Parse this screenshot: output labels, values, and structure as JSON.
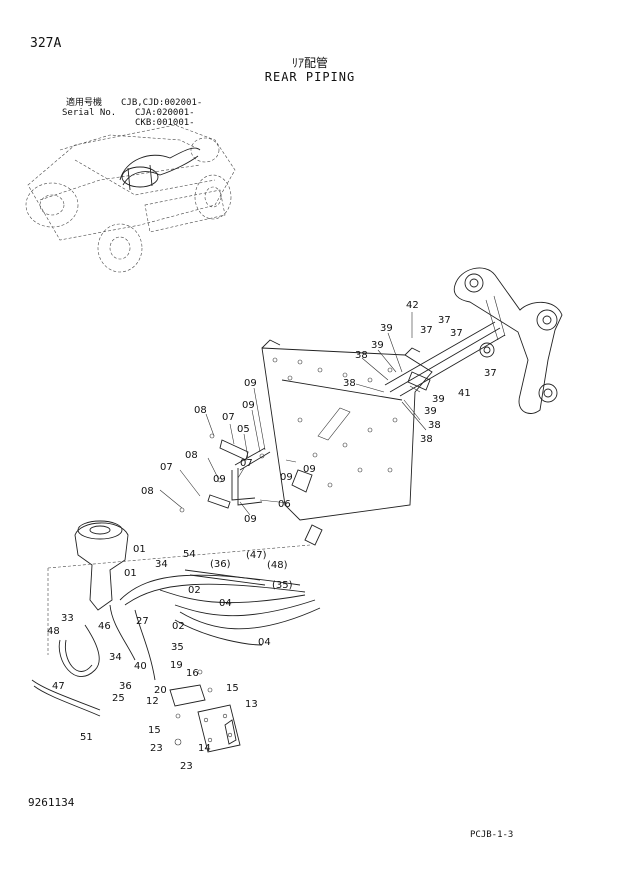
{
  "page_number": "327A",
  "title_jp": "ﾘｱ配管",
  "title_en": "REAR PIPING",
  "serial": {
    "label_jp": "適用号機",
    "label_en": "Serial No.",
    "values": [
      "CJB,CJD:002001-",
      "CJA:020001-",
      "CKB:001001-"
    ]
  },
  "callouts": {
    "c42": "42",
    "c39a": "39",
    "c37a": "37",
    "c37b": "37",
    "c38a": "38",
    "c39b": "39",
    "c37c": "37",
    "c38b": "38",
    "c41": "41",
    "c39c": "39",
    "c39d": "39",
    "c38c": "38",
    "c38d": "38",
    "c09a": "09",
    "c09b": "09",
    "c08a": "08",
    "c07a": "07",
    "c05": "05",
    "c07b": "07",
    "c09c": "09",
    "c09d": "09",
    "c08b": "08",
    "c07c": "07",
    "c09e": "09",
    "c06": "06",
    "c08c": "08",
    "c09f": "09",
    "c01a": "01",
    "c54": "54",
    "c47p": "(47)",
    "c36p": "(36)",
    "c48p": "(48)",
    "c35p": "(35)",
    "c34a": "34",
    "c01b": "01",
    "c02a": "02",
    "c04a": "04",
    "c04b": "04",
    "c33": "33",
    "c27": "27",
    "c02b": "02",
    "c48": "48",
    "c46": "46",
    "c35": "35",
    "c34b": "34",
    "c40": "40",
    "c19": "19",
    "c16": "16",
    "c47": "47",
    "c20": "20",
    "c15a": "15",
    "c36": "36",
    "c25": "25",
    "c12": "12",
    "c13": "13",
    "c15b": "15",
    "c51": "51",
    "c23a": "23",
    "c14": "14",
    "c23b": "23"
  },
  "footer": {
    "code": "9261134",
    "ref": "PCJB-1-3"
  }
}
